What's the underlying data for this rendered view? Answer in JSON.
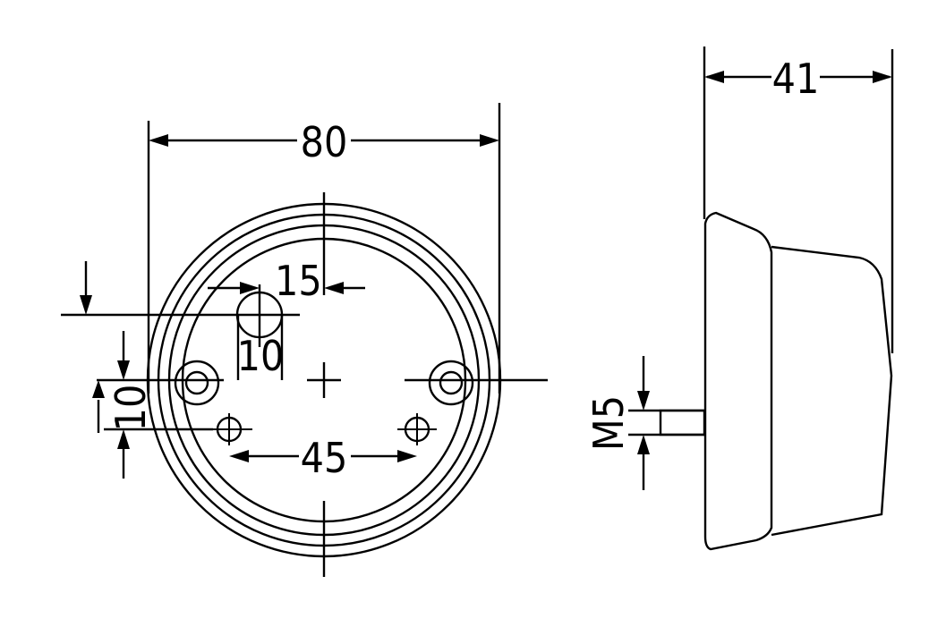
{
  "drawing": {
    "front_view": {
      "overall_width_label": "80",
      "hole_offset_label": "15",
      "hole_diameter_label": "10",
      "mount_spacing_label": "45",
      "vertical_offset_label": "10"
    },
    "side_view": {
      "depth_label": "41",
      "thread_label": "M5"
    }
  }
}
